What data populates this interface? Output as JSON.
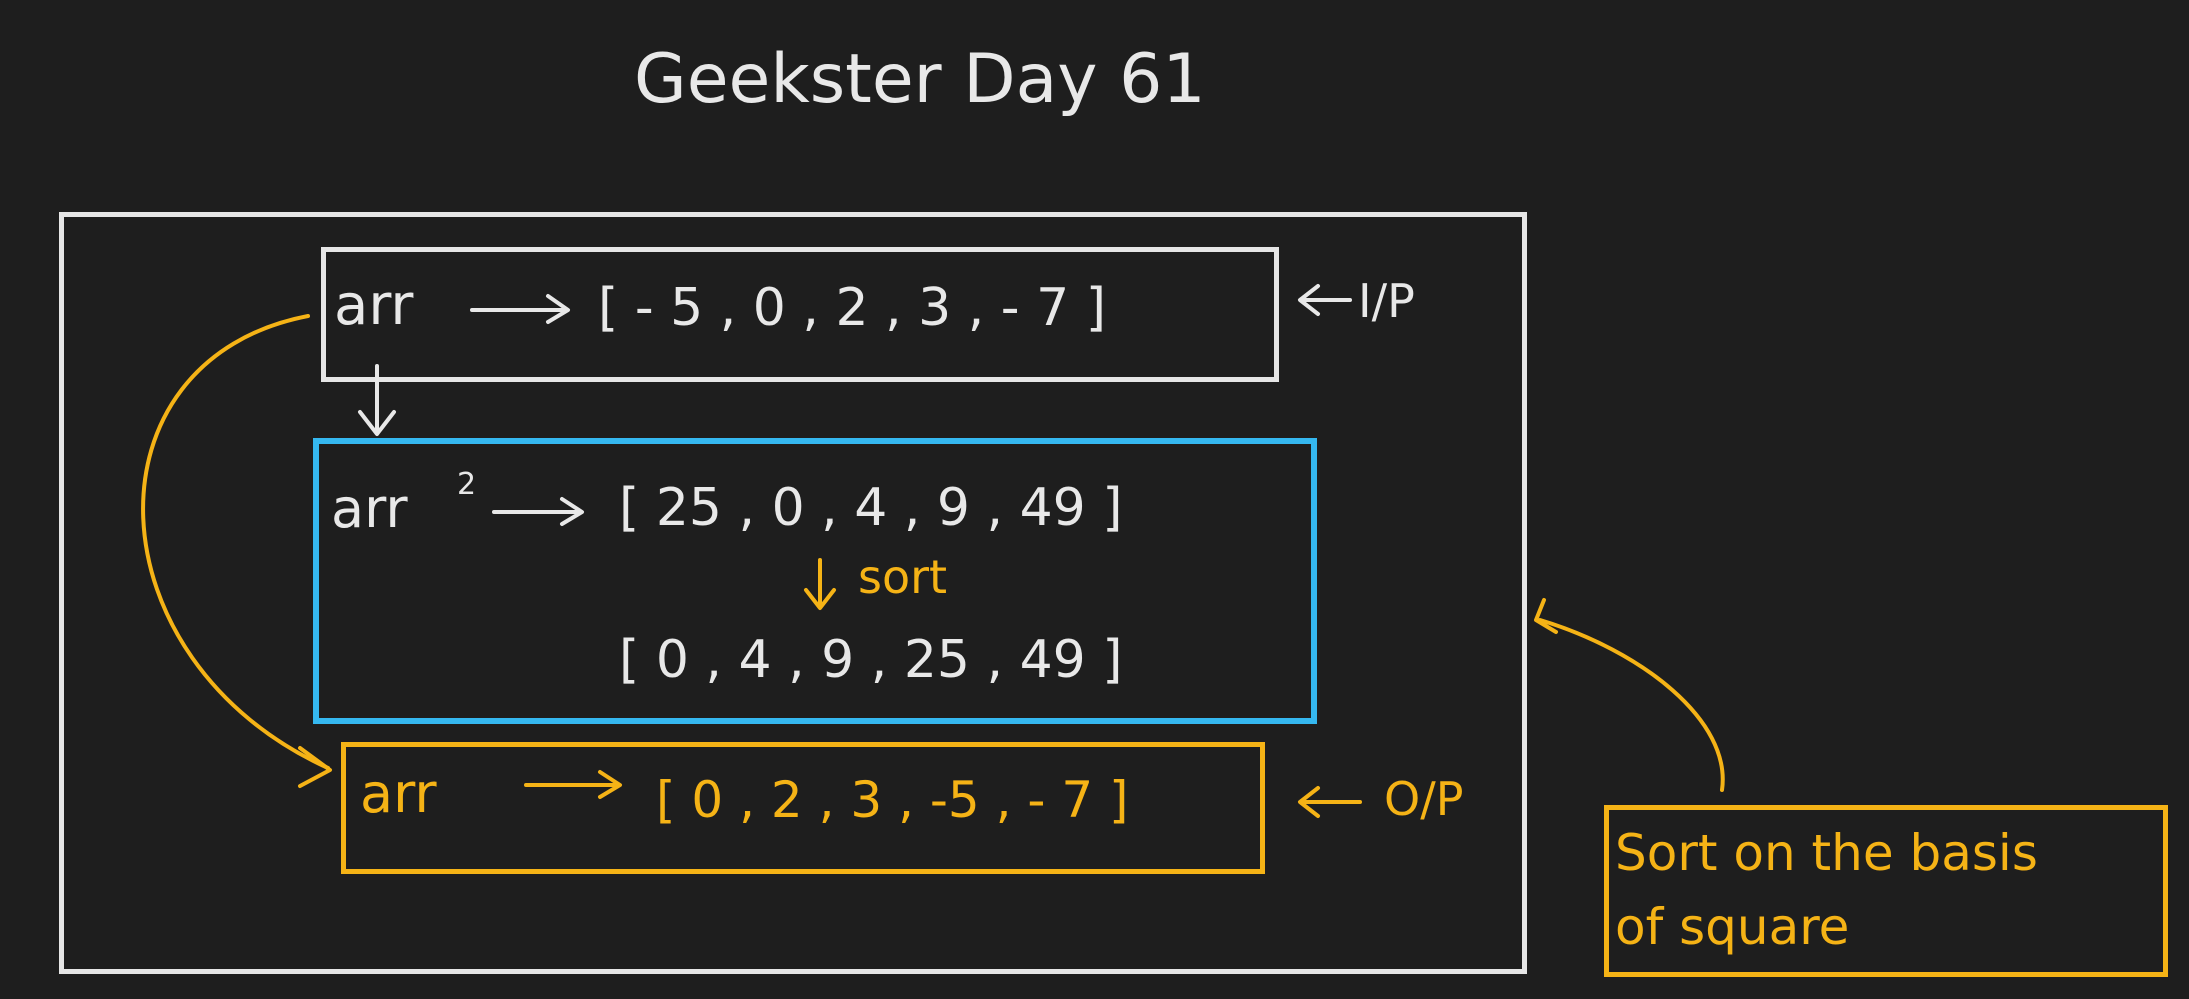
{
  "title": "Geekster Day 61",
  "input_row": {
    "name": "arr",
    "values": "[ - 5 ,  0 ,  2 ,  3 , - 7 ]",
    "tag": "I/P"
  },
  "squared_row": {
    "name": "arr",
    "exponent": "2",
    "values": "[ 25 , 0 ,  4 ,  9  , 49 ]",
    "step_label": "sort",
    "sorted_values": "[ 0 , 4 , 9 , 25 , 49 ]"
  },
  "output_row": {
    "name": "arr",
    "values": "[ 0 , 2 , 3 , -5 , - 7  ]",
    "tag": "O/P"
  },
  "note": {
    "line1": "Sort on the basis",
    "line2": "of square"
  },
  "colors": {
    "background": "#1e1e1e",
    "ink": "#e8e8e8",
    "highlight": "#f5b316",
    "square_box": "#35b8f0"
  }
}
